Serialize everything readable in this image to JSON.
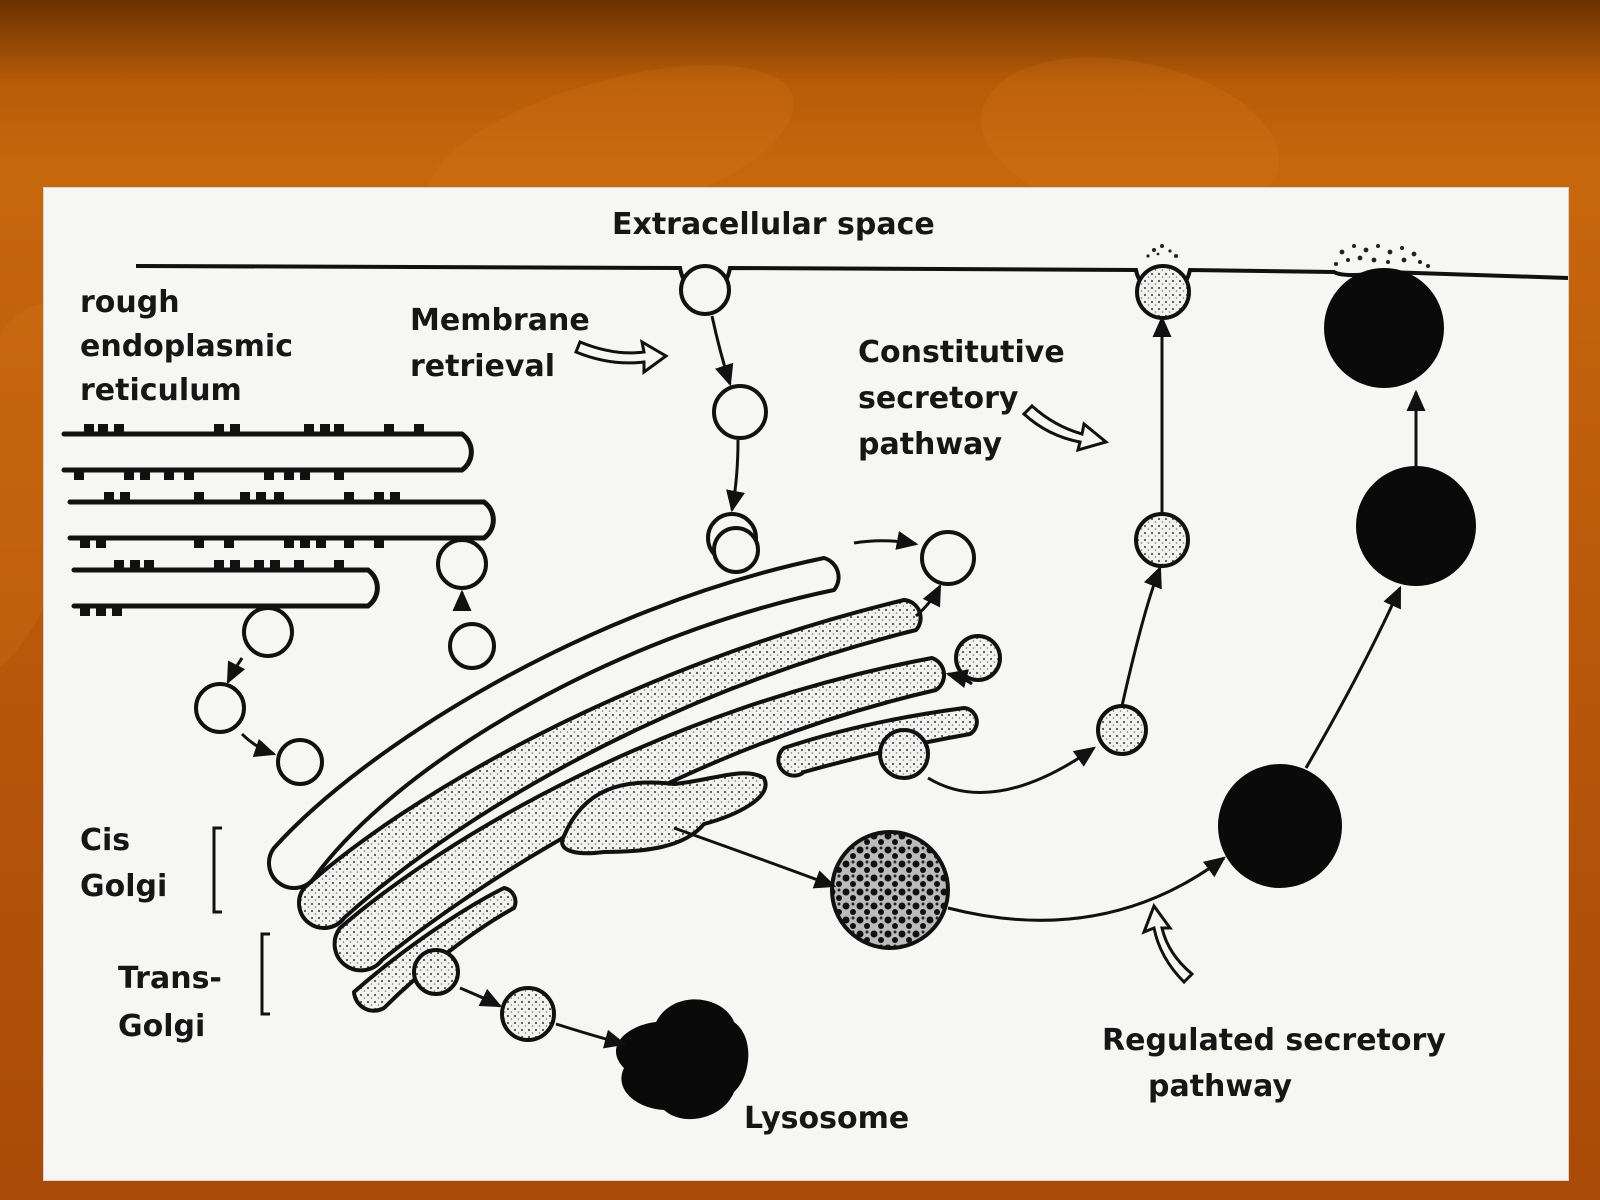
{
  "diagram": {
    "labels": {
      "extracellular": "Extracellular space",
      "rer_1": "rough",
      "rer_2": "endoplasmic",
      "rer_3": "reticulum",
      "membrane_1": "Membrane",
      "membrane_2": "retrieval",
      "constitutive_1": "Constitutive",
      "constitutive_2": "secretory",
      "constitutive_3": "pathway",
      "cis_1": "Cis",
      "cis_2": "Golgi",
      "trans_1": "Trans-",
      "trans_2": "Golgi",
      "regulated_1": "Regulated secretory",
      "regulated_2": "pathway",
      "lysosome": "Lysosome"
    }
  }
}
